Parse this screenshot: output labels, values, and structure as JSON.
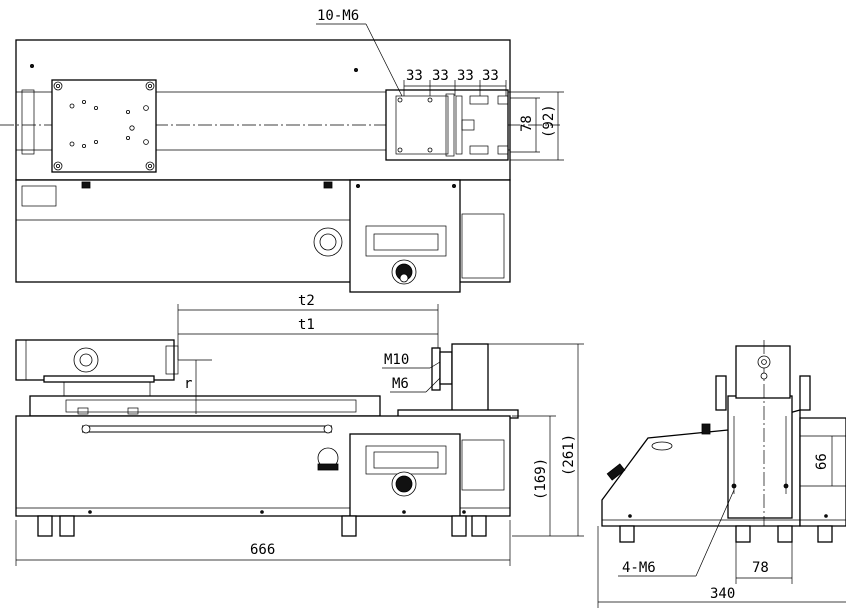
{
  "labels": {
    "top_holes": "10-M6",
    "pitch_1": "33",
    "pitch_2": "33",
    "pitch_3": "33",
    "pitch_4": "33",
    "height_78": "78",
    "height_92": "(92)",
    "t2": "t2",
    "t1": "t1",
    "m10": "M10",
    "m6": "M6",
    "r": "r",
    "h261": "(261)",
    "h169": "(169)",
    "w666": "666",
    "h66": "66",
    "side_holes": "4-M6",
    "w78": "78",
    "w340": "340"
  }
}
